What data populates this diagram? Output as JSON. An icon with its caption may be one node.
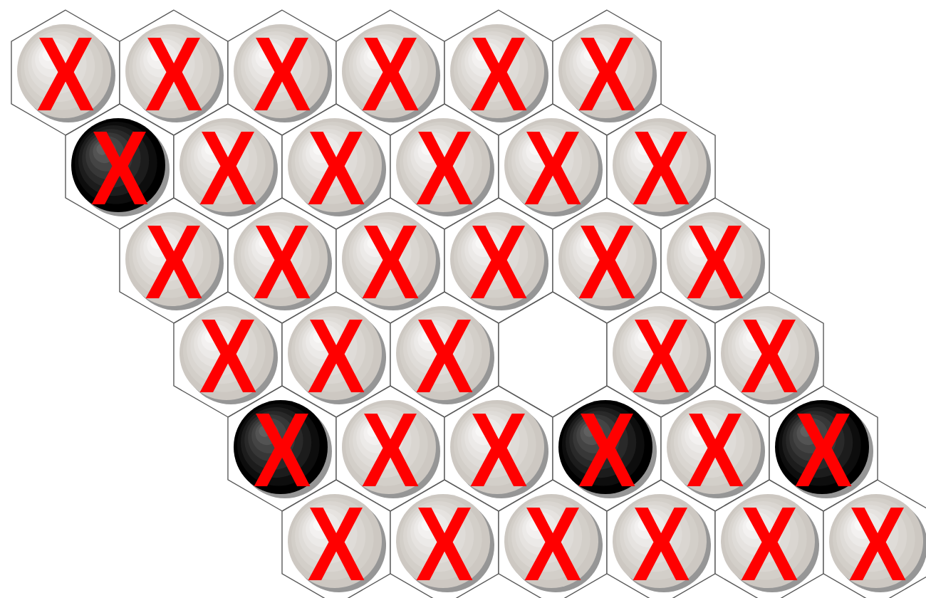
{
  "diagram": {
    "nodes": [
      {
        "text": [
          "X"
        ]
      },
      {
        "text": [
          "X"
        ]
      },
      {
        "text": [
          "X"
        ]
      },
      {
        "text": [
          "X"
        ]
      },
      {
        "text": [
          "X"
        ]
      },
      {
        "text": [
          "X"
        ]
      },
      {
        "text": [
          "X"
        ]
      },
      {
        "text": [
          "X"
        ]
      },
      {
        "text": [
          "X"
        ]
      },
      {
        "text": [
          "X"
        ]
      },
      {
        "text": [
          "X"
        ]
      },
      {
        "text": [
          "X"
        ]
      },
      {
        "text": [
          "X"
        ]
      },
      {
        "text": [
          "X"
        ]
      },
      {
        "text": [
          "X"
        ]
      },
      {
        "text": [
          "X"
        ]
      },
      {
        "text": [
          "X"
        ]
      },
      {
        "text": [
          "X"
        ]
      },
      {
        "text": [
          "X"
        ]
      },
      {
        "text": [
          "X"
        ]
      },
      {
        "text": [
          "X"
        ]
      },
      {
        "text": [],
        "shape": "hexagon"
      },
      {
        "text": [
          "X"
        ]
      },
      {
        "text": [
          "X"
        ]
      },
      {
        "text": [
          "X"
        ]
      },
      {
        "text": [
          "X"
        ]
      },
      {
        "text": [
          "X"
        ]
      },
      {
        "text": [
          "X"
        ]
      },
      {
        "text": [
          "X"
        ]
      },
      {
        "text": [
          "X"
        ]
      },
      {
        "text": [
          "X"
        ]
      },
      {
        "text": [
          "X"
        ]
      },
      {
        "text": [
          "X"
        ]
      },
      {
        "text": [
          "X"
        ]
      },
      {
        "text": [
          "X"
        ]
      },
      {
        "text": [
          "X"
        ]
      }
    ]
  }
}
